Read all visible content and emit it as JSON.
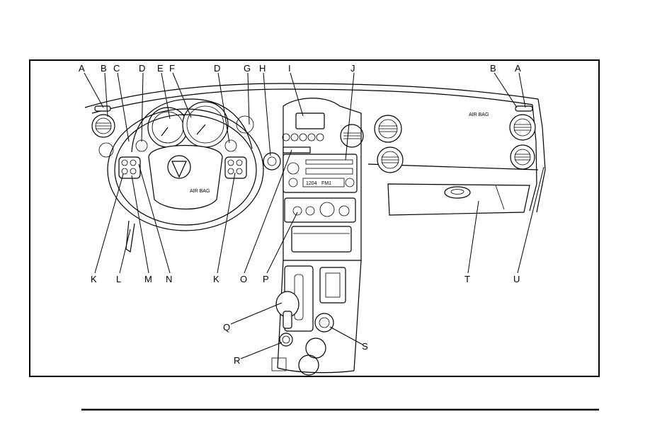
{
  "figure": {
    "callout_labels": {
      "a_left": "A",
      "b_left": "B",
      "c": "C",
      "d_left": "D",
      "e": "E",
      "f": "F",
      "d_right": "D",
      "g": "G",
      "h": "H",
      "i": "I",
      "j": "J",
      "b_right": "B",
      "a_right": "A",
      "k_left": "K",
      "l": "L",
      "m": "M",
      "n": "N",
      "k_right": "K",
      "o": "O",
      "p": "P",
      "t": "T",
      "u": "U",
      "q": "Q",
      "r": "R",
      "s": "S"
    },
    "airbag_dash_text": "AIR BAG",
    "airbag_wheel_text": "AIR BAG",
    "radio_display_text": "1204",
    "radio_preset_text": "FM1"
  }
}
